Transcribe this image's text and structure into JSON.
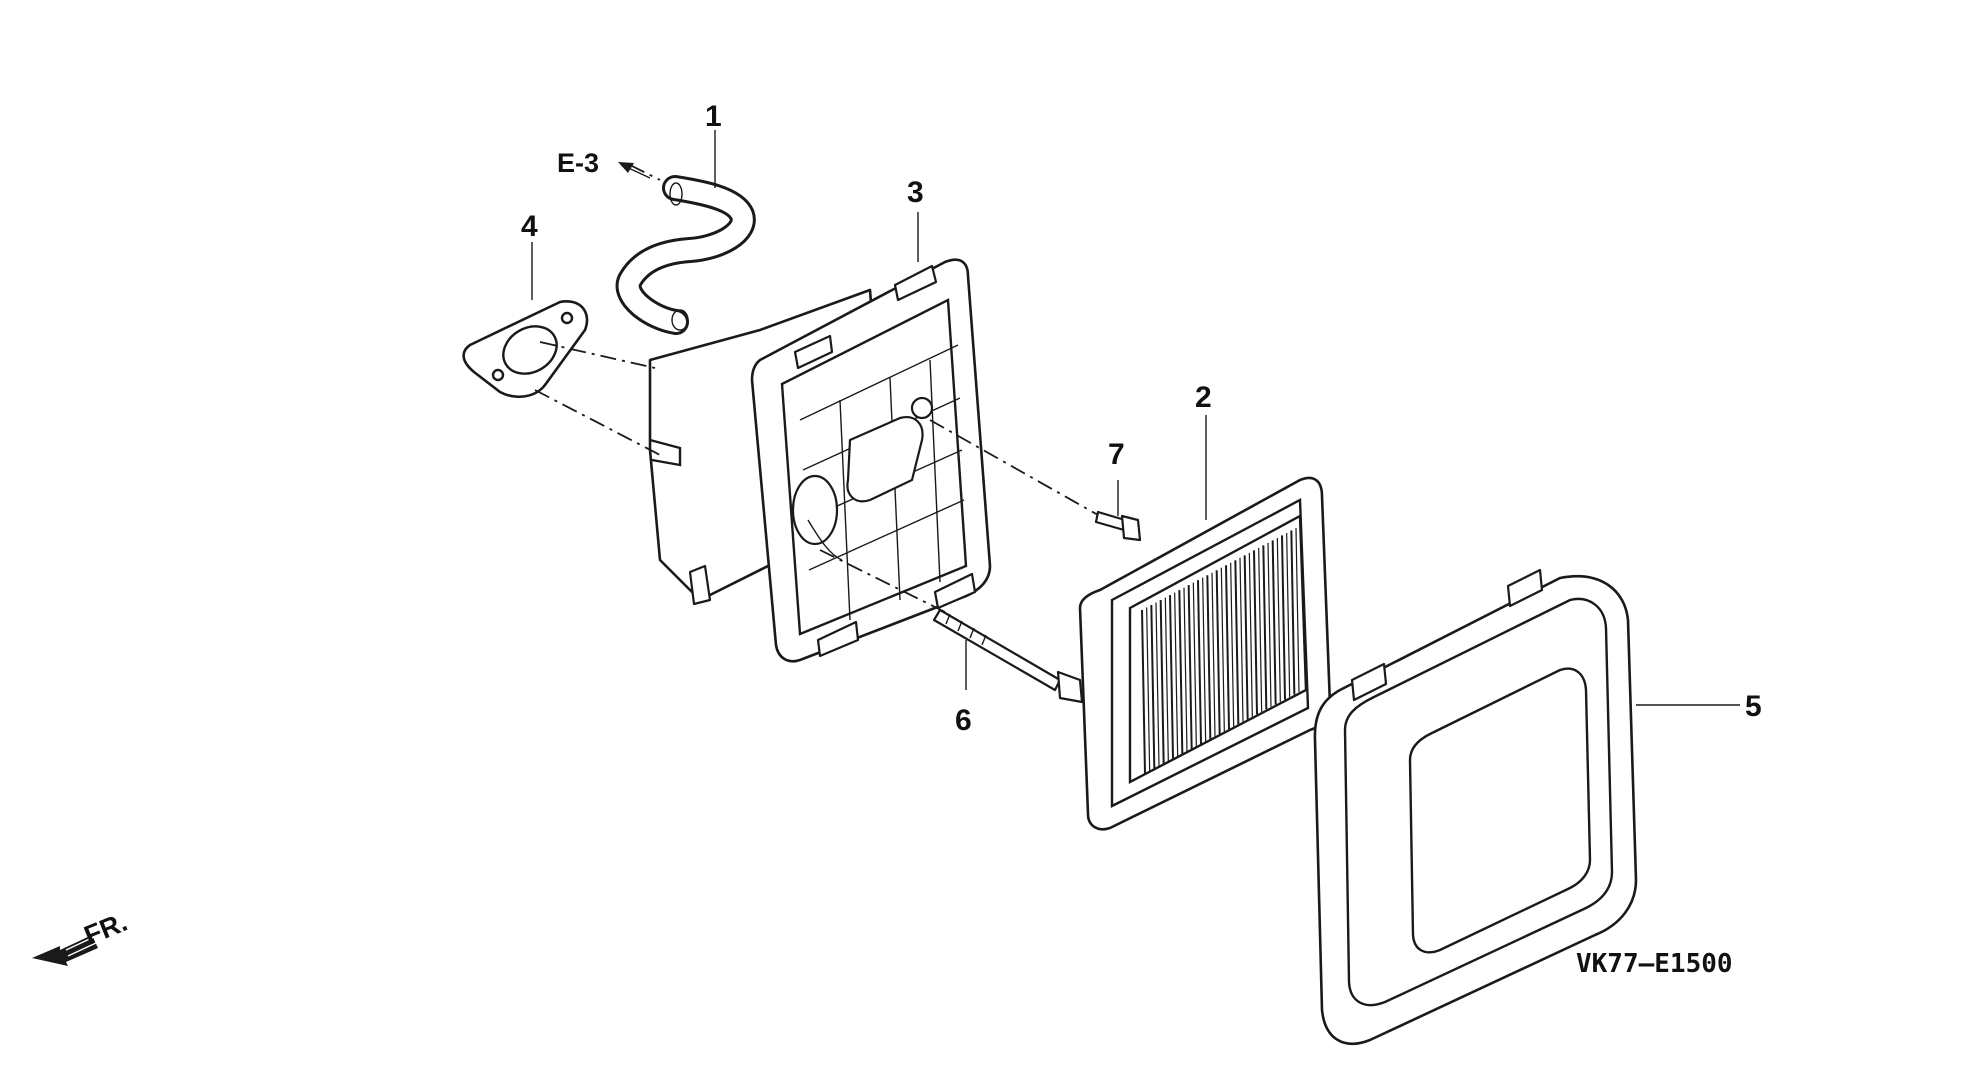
{
  "callouts": {
    "c1": "1",
    "c2": "2",
    "c3": "3",
    "c4": "4",
    "c5": "5",
    "c6": "6",
    "c7": "7"
  },
  "reference": "E-3",
  "front_label": "FR.",
  "figure_code": "VK77—E1500",
  "colors": {
    "ink": "#1a1a1a",
    "background": "#ffffff"
  }
}
